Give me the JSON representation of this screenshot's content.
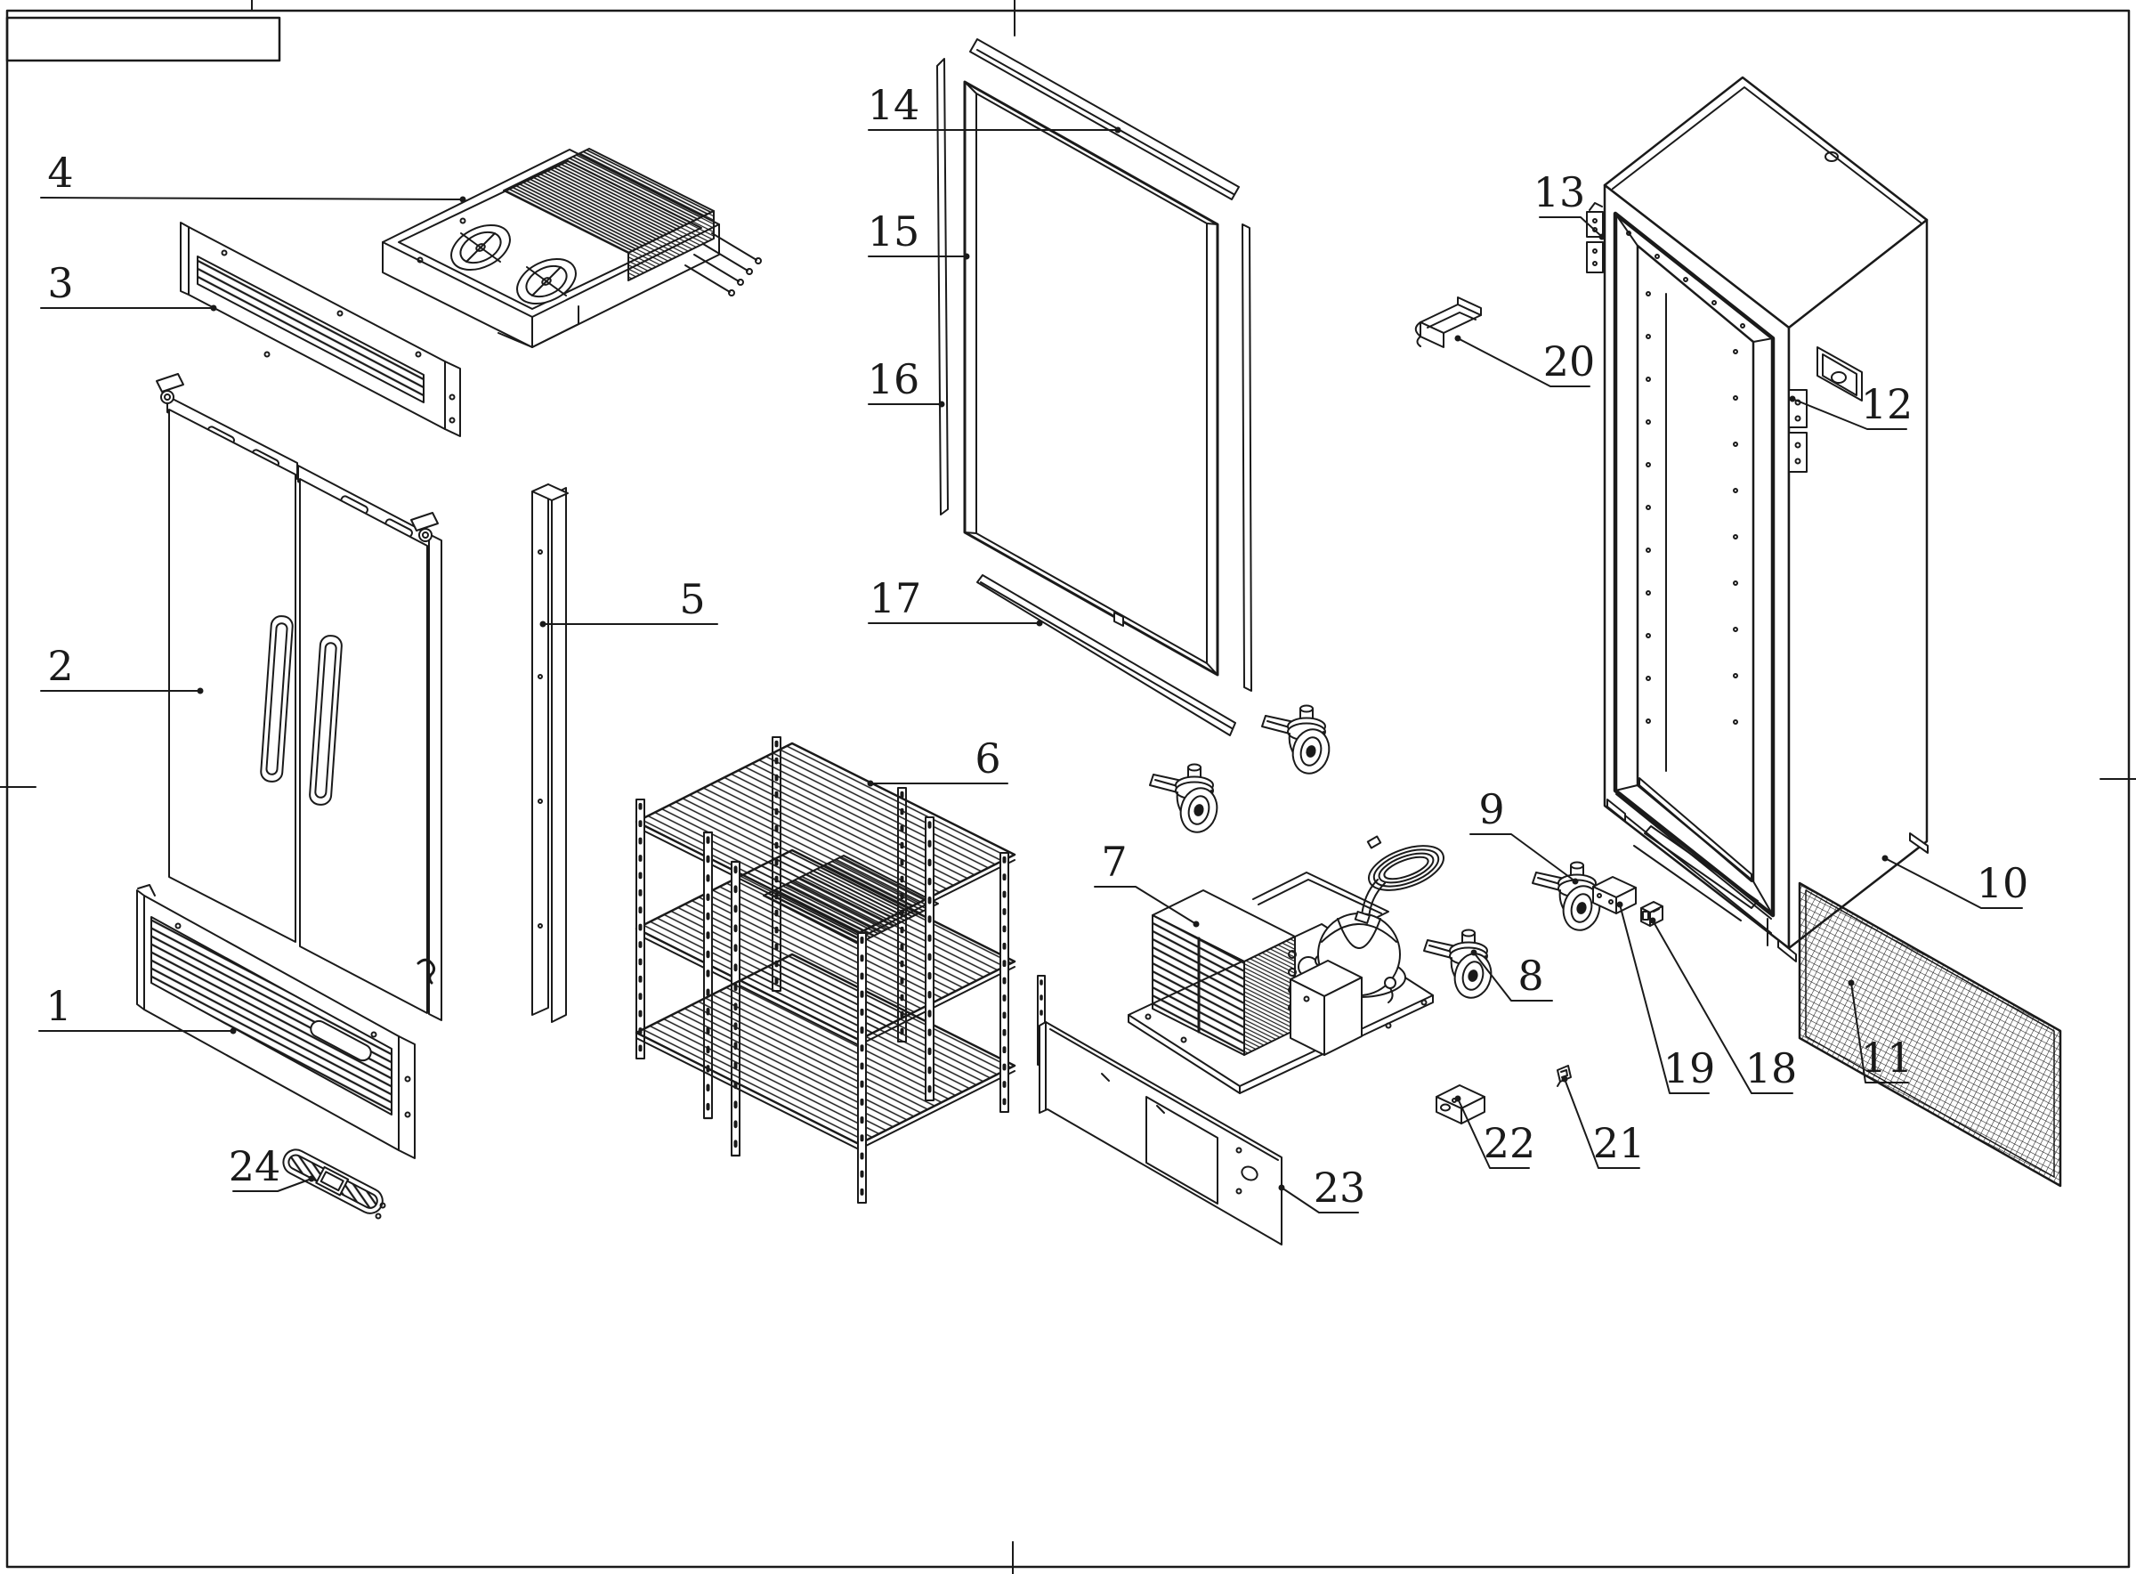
{
  "page": {
    "background": "#ffffff",
    "line_color": "#1a1a1a",
    "kind": "exploded-parts-diagram",
    "subject": "two-door-reach-in-refrigerator",
    "title_block_text": ""
  },
  "callouts": [
    {
      "num": "1",
      "part": "front-bottom-louver-panel"
    },
    {
      "num": "2",
      "part": "door-pair"
    },
    {
      "num": "3",
      "part": "front-top-louver-panel"
    },
    {
      "num": "4",
      "part": "evaporator-fan-assembly"
    },
    {
      "num": "5",
      "part": "center-mullion-post"
    },
    {
      "num": "6",
      "part": "wire-shelf-unit"
    },
    {
      "num": "7",
      "part": "condensing-unit"
    },
    {
      "num": "8",
      "part": "swivel-caster-brake-front"
    },
    {
      "num": "9",
      "part": "swivel-caster-brake-rear"
    },
    {
      "num": "10",
      "part": "cabinet-body"
    },
    {
      "num": "11",
      "part": "condenser-mesh-guard"
    },
    {
      "num": "12",
      "part": "door-hinge-middle"
    },
    {
      "num": "13",
      "part": "door-hinge-top"
    },
    {
      "num": "14",
      "part": "top-trim-strip"
    },
    {
      "num": "15",
      "part": "door-opening-frame"
    },
    {
      "num": "16",
      "part": "side-trim-strip"
    },
    {
      "num": "17",
      "part": "bottom-trim-strip"
    },
    {
      "num": "18",
      "part": "rocker-switch"
    },
    {
      "num": "19",
      "part": "relay-box"
    },
    {
      "num": "20",
      "part": "hinge-cover-bracket"
    },
    {
      "num": "21",
      "part": "retaining-clip"
    },
    {
      "num": "22",
      "part": "junction-box"
    },
    {
      "num": "23",
      "part": "rear-access-panel"
    },
    {
      "num": "24",
      "part": "drain-vent-grille"
    }
  ]
}
